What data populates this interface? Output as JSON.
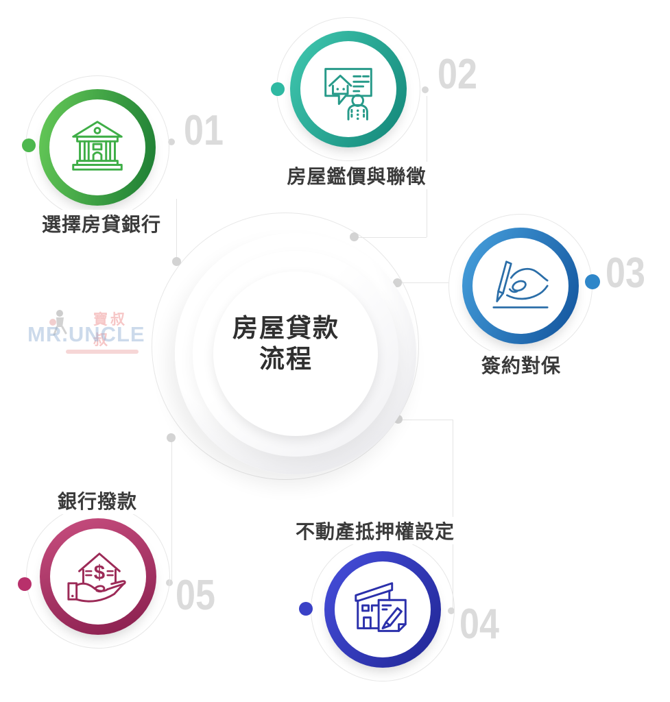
{
  "center": {
    "title_lines": [
      "房屋貸款",
      "流程"
    ]
  },
  "steps": [
    {
      "number": "01",
      "label": "選擇房貸銀行",
      "icon": "bank-icon",
      "color_light": "#66ca58",
      "color_dark": "#1c7c33"
    },
    {
      "number": "02",
      "label": "房屋鑑價與聯徵",
      "icon": "appraisal-chat-icon",
      "color_light": "#41c9b0",
      "color_dark": "#128578"
    },
    {
      "number": "03",
      "label": "簽約對保",
      "icon": "contract-signing-icon",
      "color_light": "#48a2de",
      "color_dark": "#11529b"
    },
    {
      "number": "04",
      "label": "不動產抵押權設定",
      "icon": "mortgage-registration-icon",
      "color_light": "#474fdd",
      "color_dark": "#1f2593"
    },
    {
      "number": "05",
      "label": "銀行撥款",
      "icon": "disbursement-hand-icon",
      "color_light": "#c94f80",
      "color_dark": "#871d4c"
    }
  ],
  "watermark": {
    "brand": "MR.UNCLE",
    "brand_zh": "寶叔叔"
  },
  "styles": {
    "number_color": "#dbdbdb",
    "label_color": "#3a3a3a",
    "connector_color": "#e4e4e4"
  }
}
